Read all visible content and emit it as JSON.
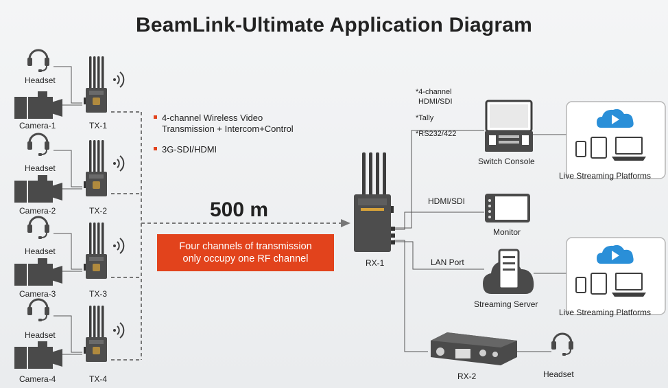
{
  "title": "BeamLink-Ultimate Application Diagram",
  "cameras": [
    {
      "headset": "Headset",
      "camera": "Camera-1",
      "tx": "TX-1"
    },
    {
      "headset": "Headset",
      "camera": "Camera-2",
      "tx": "TX-2"
    },
    {
      "headset": "Headset",
      "camera": "Camera-3",
      "tx": "TX-3"
    },
    {
      "headset": "Headset",
      "camera": "Camera-4",
      "tx": "TX-4"
    }
  ],
  "features": {
    "line1a": "4-channel Wireless Video",
    "line1b": "Transmission + Intercom+Control",
    "line2": "3G-SDI/HDMI"
  },
  "distance": "500 m",
  "callout": {
    "line1": "Four channels of transmission",
    "line2": "only occupy one RF channel"
  },
  "rx1": "RX-1",
  "rx_outputs": {
    "switch_features": [
      "*4-channel",
      "HDMI/SDI",
      "*Tally",
      "*RS232/422"
    ],
    "monitor_link": "HDMI/SDI",
    "lan_link": "LAN Port"
  },
  "devices": {
    "switch_console": "Switch Console",
    "monitor": "Monitor",
    "streaming_server": "Streaming Server",
    "rx2": "RX-2",
    "headset": "Headset"
  },
  "platforms": [
    "Live Streaming Platforms",
    "Live Streaming Platforms"
  ],
  "colors": {
    "accent": "#e2431c",
    "cloud": "#2a8fd8",
    "device": "#4a4a4a",
    "line": "#555555"
  }
}
